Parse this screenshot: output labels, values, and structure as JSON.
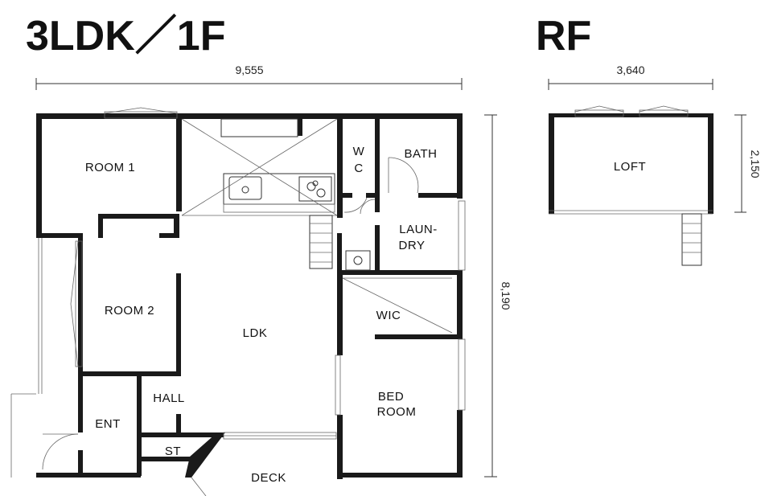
{
  "titles": {
    "floor_1": "3LDK／1F",
    "roof": "RF"
  },
  "dimensions": {
    "floor_1_width": "9,555",
    "floor_1_depth": "8,190",
    "roof_width": "3,640",
    "roof_depth": "2,150"
  },
  "rooms": {
    "room1": "ROOM 1",
    "room2": "ROOM 2",
    "ldk": "LDK",
    "wc_line1": "W",
    "wc_line2": "C",
    "bath": "BATH",
    "laundry_line1": "LAUN-",
    "laundry_line2": "DRY",
    "wic": "WIC",
    "bedroom_line1": "BED",
    "bedroom_line2": "ROOM",
    "hall": "HALL",
    "ent": "ENT",
    "st": "ST",
    "deck": "DECK",
    "loft": "LOFT"
  }
}
